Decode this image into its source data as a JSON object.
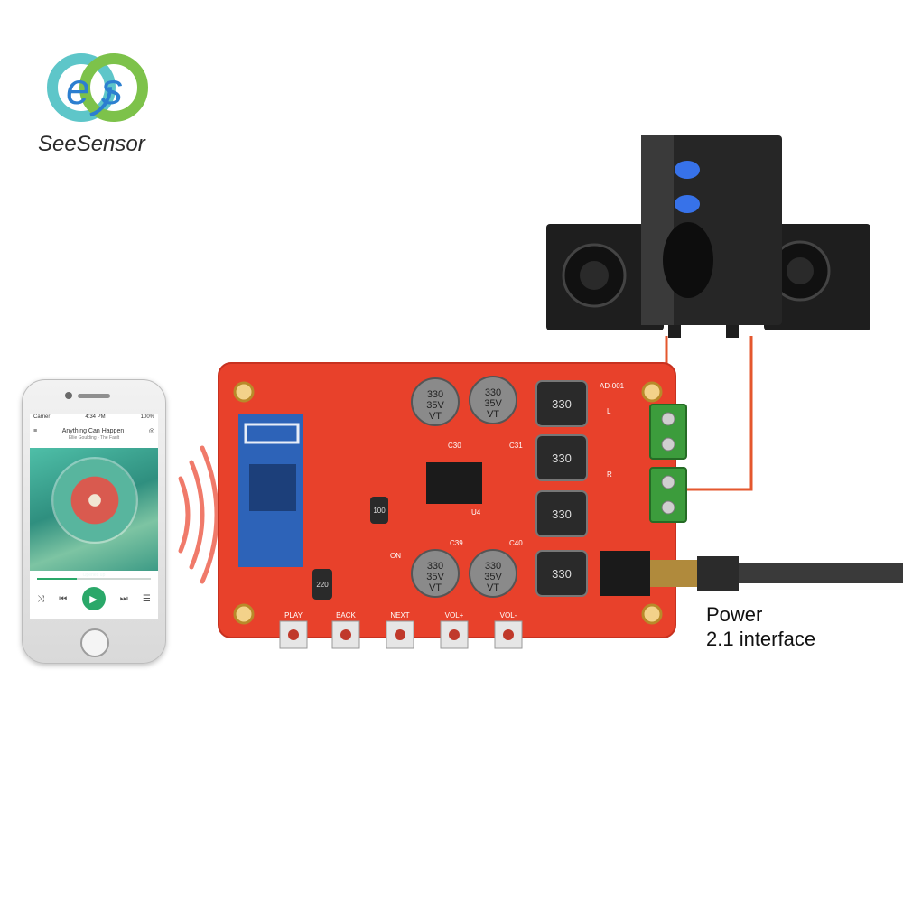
{
  "brand": {
    "name": "SeeSensor",
    "colors": {
      "teal": "#5ec6c9",
      "green": "#7dc24a",
      "blue": "#2c7fd0"
    }
  },
  "phone": {
    "carrier": "Carrier",
    "time": "4:34 PM",
    "battery": "100%",
    "song_title": "Anything Can Happen",
    "song_artist": "Ellie Goulding - The Fault",
    "lyric_small": "Opened up",
    "lyric_main": "You have come to show you go on",
    "progress": 0.35,
    "accent": "#2aa869"
  },
  "board": {
    "color": "#e8412b",
    "capacitor_labels": [
      {
        "id": "cap-1",
        "lines": [
          "330",
          "35V",
          "VT"
        ]
      },
      {
        "id": "cap-2",
        "lines": [
          "330",
          "35V",
          "VT"
        ]
      },
      {
        "id": "cap-3",
        "lines": [
          "330",
          "35V",
          "VT"
        ]
      },
      {
        "id": "cap-4",
        "lines": [
          "330",
          "35V",
          "VT"
        ]
      }
    ],
    "inductor_labels": [
      "330",
      "330",
      "330",
      "330"
    ],
    "small_caps": [
      "220",
      "100"
    ],
    "buttons": [
      "PLAY",
      "BACK",
      "NEXT",
      "VOL+",
      "VOL-"
    ],
    "silk_labels": [
      "AD-001",
      "L",
      "R",
      "ON",
      "U4",
      "C39",
      "C40",
      "C30",
      "C31"
    ]
  },
  "annotation": {
    "power_line1": "Power",
    "power_line2": "2.1 interface"
  },
  "colors": {
    "wire": "#e4572e",
    "terminal": "#3c9c3c",
    "speaker": "#1e1e1e",
    "speaker_led": "#3a7bff",
    "signal": "#f07a6a"
  }
}
